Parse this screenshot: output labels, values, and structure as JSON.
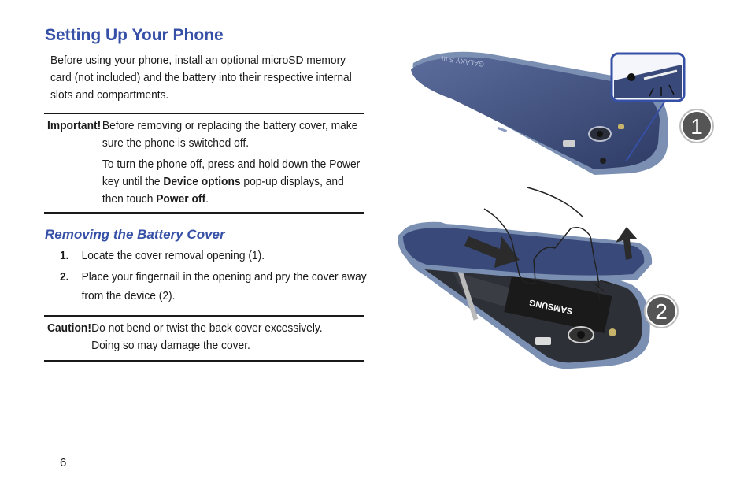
{
  "title": "Setting Up Your Phone",
  "intro": "Before using your phone, install an optional microSD memory card (not included) and the battery into their respective internal slots and compartments.",
  "important": {
    "label": "Important!",
    "line1": "Before removing or replacing the battery cover, make sure the phone is switched off.",
    "line2_pre": "To turn the phone off, press and hold down the Power key until the ",
    "line2_bold1": "Device options",
    "line2_mid": " pop-up displays, and then touch ",
    "line2_bold2": "Power off",
    "line2_end": "."
  },
  "subheading": "Removing the Battery Cover",
  "steps": [
    {
      "num": "1.",
      "text": "Locate the cover removal opening (1)."
    },
    {
      "num": "2.",
      "text": "Place your fingernail in the opening and pry the cover away from the device (2)."
    }
  ],
  "caution": {
    "label": "Caution!",
    "text": "Do not bend or twist the back cover excessively. Doing so may damage the cover."
  },
  "figure": {
    "callout1": "1",
    "callout2": "2",
    "phone_logo": "GALAXY S III",
    "battery_brand": "SAMSUNG"
  },
  "page_number": "6"
}
